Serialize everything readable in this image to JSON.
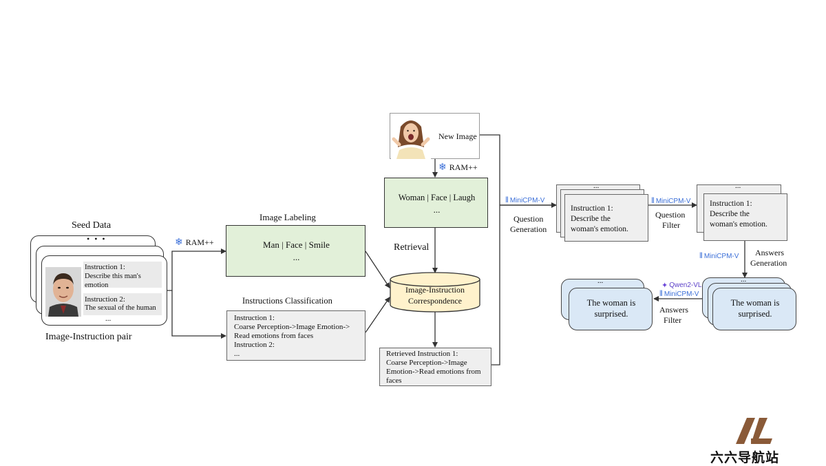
{
  "seed": {
    "title": "Seed Data",
    "dots": "• • •",
    "instr1_title": "Instruction 1:",
    "instr1_text": "Describe this man's emotion",
    "instr2_title": "Instruction 2:",
    "instr2_text": "The sexual of the human",
    "more": "...",
    "caption": "Image-Instruction pair"
  },
  "ram": "RAM++",
  "labeling": {
    "title": "Image Labeling",
    "tags": "Man | Face | Smile",
    "more": "..."
  },
  "classification": {
    "title": "Instructions Classification",
    "line1": "Instruction 1:",
    "line2": "Coarse Perception->Image Emotion->",
    "line3": "Read emotions from faces",
    "line4": "Instruction 2:",
    "line5": "..."
  },
  "new_image": {
    "label": "New Image",
    "ram": "RAM++",
    "tags": "Woman | Face | Laugh",
    "more": "..."
  },
  "retrieval": {
    "label": "Retrieval",
    "db_line1": "Image-Instruction",
    "db_line2": "Correspondence",
    "retrieved1": "Retrieved Instruction 1:",
    "retrieved2": "Coarse Perception->Image",
    "retrieved3": "Emotion->Read emotions from",
    "retrieved4": "faces"
  },
  "question_gen": {
    "model": "MiniCPM-V",
    "label1": "Question",
    "label2": "Generation",
    "dots": "...",
    "card1": "Instruction 1:",
    "card2": "Describe the",
    "card3": "woman's emotion."
  },
  "question_filter": {
    "model": "MiniCPM-V",
    "label1": "Question",
    "label2": "Filter",
    "dots": "...",
    "card1": "Instruction 1:",
    "card2": "Describe the",
    "card3": "woman's emotion."
  },
  "answers_gen": {
    "model": "MiniCPM-V",
    "label1": "Answers",
    "label2": "Generation",
    "dots": "...",
    "answer1": "The woman is",
    "answer2": "surprised."
  },
  "answers_filter": {
    "model1": "Qwen2-VL",
    "model2": "MiniCPM-V",
    "label1": "Answers",
    "label2": "Filter",
    "dots": "...",
    "answer1": "The woman is",
    "answer2": "surprised."
  },
  "watermark": {
    "text": "六六导航站"
  }
}
